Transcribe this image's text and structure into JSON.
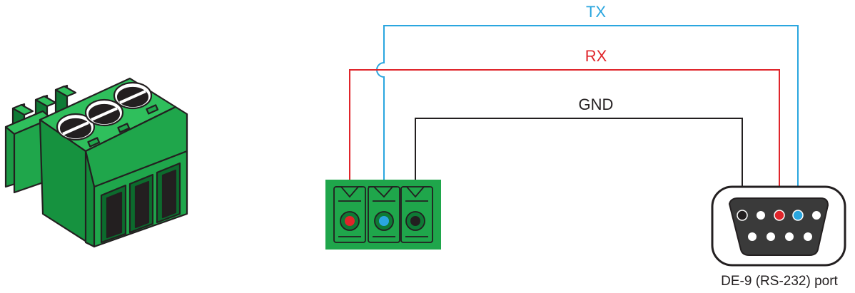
{
  "wires": {
    "tx": {
      "label": "TX",
      "color": "#2aa6df"
    },
    "rx": {
      "label": "RX",
      "color": "#e0252b"
    },
    "gnd": {
      "label": "GND",
      "color": "#231f20"
    }
  },
  "port": {
    "caption": "DE-9 (RS-232) port"
  },
  "colors": {
    "connector_green": "#1fa64b",
    "connector_dark": "#0e7a35",
    "connector_light": "#2fbf5c",
    "outline": "#231f20"
  }
}
